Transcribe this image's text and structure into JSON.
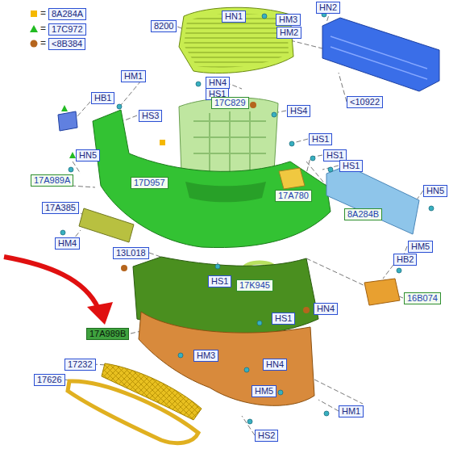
{
  "diagram": {
    "nodes": [
      {
        "text": [
          "8200"
        ]
      },
      {
        "text": [
          "HN1"
        ]
      },
      {
        "text": [
          "HM3"
        ]
      },
      {
        "text": [
          "HN2"
        ]
      },
      {
        "text": [
          "HM2"
        ]
      },
      {
        "text": [
          "HM1"
        ]
      },
      {
        "text": [
          "HN4"
        ]
      },
      {
        "text": [
          "HS1"
        ]
      },
      {
        "text": [
          "17C829"
        ]
      },
      {
        "text": [
          "<10922"
        ]
      },
      {
        "text": [
          "HB1"
        ]
      },
      {
        "text": [
          "HS3"
        ]
      },
      {
        "text": [
          "HS4"
        ]
      },
      {
        "text": [
          "HS1"
        ]
      },
      {
        "text": [
          "HS1"
        ]
      },
      {
        "text": [
          "HS1"
        ]
      },
      {
        "text": [
          "HN5"
        ]
      },
      {
        "text": [
          "17A989A"
        ]
      },
      {
        "text": [
          "17D957"
        ]
      },
      {
        "text": [
          "17A780"
        ]
      },
      {
        "text": [
          "17A385"
        ]
      },
      {
        "text": [
          "HN5"
        ]
      },
      {
        "text": [
          "8A284B"
        ]
      },
      {
        "text": [
          "HM4"
        ]
      },
      {
        "text": [
          "HM5"
        ]
      },
      {
        "text": [
          "13L018"
        ]
      },
      {
        "text": [
          "HB2"
        ]
      },
      {
        "text": [
          "HS1"
        ]
      },
      {
        "text": [
          "17K945"
        ]
      },
      {
        "text": [
          "16B074"
        ]
      },
      {
        "text": [
          "HN4"
        ]
      },
      {
        "text": [
          "HS1"
        ]
      },
      {
        "text": [
          "17A989B"
        ]
      },
      {
        "text": [
          "HM3"
        ]
      },
      {
        "text": [
          "HN4"
        ]
      },
      {
        "text": [
          "17232"
        ]
      },
      {
        "text": [
          "17626"
        ]
      },
      {
        "text": [
          "HM5"
        ]
      },
      {
        "text": [
          "HM1"
        ]
      },
      {
        "text": [
          "HS2"
        ]
      }
    ],
    "labels": [
      "=",
      "=",
      "="
    ],
    "legend": [
      {
        "text": "8A284A",
        "color": "#f5b800"
      },
      {
        "text": "17C972",
        "color": "#22bb22"
      },
      {
        "text": "<8B384",
        "color": "#b5651d"
      }
    ]
  }
}
